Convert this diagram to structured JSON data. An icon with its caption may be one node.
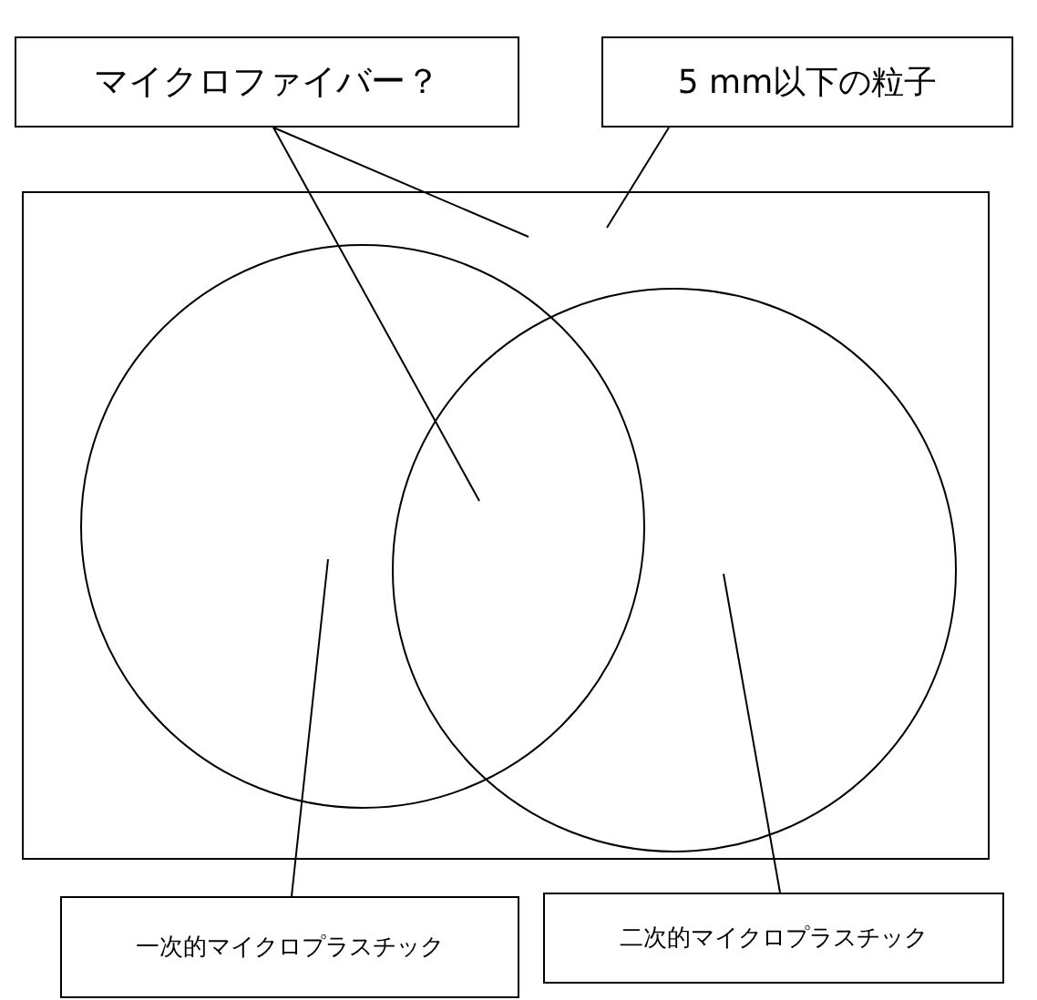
{
  "diagram": {
    "nodes": [
      {
        "text": [
          "マイクロファイバー？"
        ]
      },
      {
        "text": [
          "5 mm以下の粒子"
        ]
      },
      {
        "text": [],
        "shape": "box"
      },
      {
        "text": [],
        "shape": "circle",
        "in": 2
      },
      {
        "text": [],
        "shape": "circle",
        "in": 2
      },
      {
        "text": [
          "一次的マイクロプラスチック"
        ]
      },
      {
        "text": [
          "二次的マイクロプラスチック"
        ]
      }
    ],
    "edges": [
      {
        "from": 0,
        "to": 2,
        "arrow": "none"
      },
      {
        "from": 0,
        "to": 3,
        "arrow": "none"
      },
      {
        "from": 1,
        "to": 2,
        "arrow": "none"
      },
      {
        "from": 5,
        "to": 3,
        "arrow": "none"
      },
      {
        "from": 6,
        "to": 4,
        "arrow": "none"
      }
    ]
  }
}
